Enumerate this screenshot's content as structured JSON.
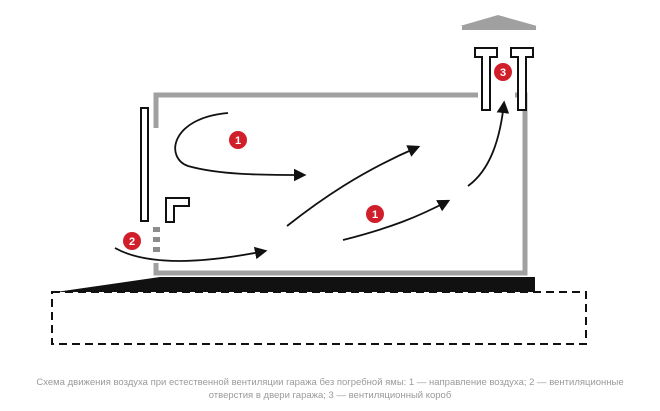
{
  "colors": {
    "wall": "#a0a0a0",
    "ink": "#111111",
    "marker": "#d01f2b",
    "marker_text": "#ffffff",
    "caption": "#9a9a9a"
  },
  "markers": {
    "m1_top": "1",
    "m1_middle": "1",
    "m2_door": "2",
    "m3_duct": "3"
  },
  "caption": {
    "line1": "Схема движения воздуха при естественной вентиляции гаража без погребной ямы: 1 — направление воздуха; 2 — вентиляционные",
    "line2": "отверстия в двери гаража; 3 — вентиляционный короб"
  }
}
